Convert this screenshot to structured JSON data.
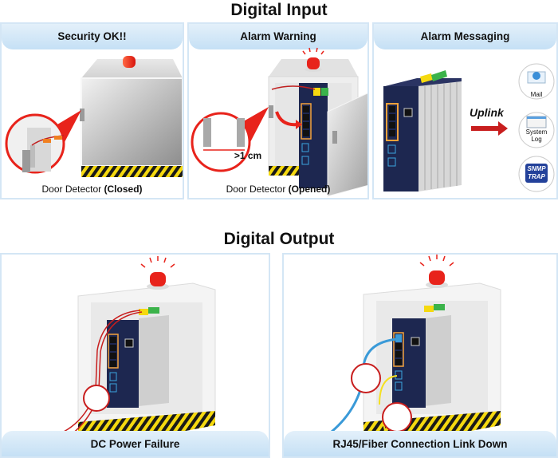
{
  "digital_input": {
    "title": "Digital Input",
    "panels": [
      {
        "heading": "Security OK!!",
        "caption_prefix": "Door Detector ",
        "caption_state": "(Closed)",
        "icons": [
          "cabinet-icon",
          "alarm-beacon-icon",
          "door-sensor-icon",
          "magnifier-circle-icon",
          "hazard-stripe-icon"
        ]
      },
      {
        "heading": "Alarm Warning",
        "caption_prefix": "Door Detector ",
        "caption_state": "(Opened)",
        "gap_label": ">1 cm",
        "icons": [
          "open-cabinet-icon",
          "alarm-beacon-icon",
          "switch-icon",
          "door-sensor-icon",
          "magnifier-circle-icon",
          "curved-arrow-icon"
        ]
      },
      {
        "heading": "Alarm Messaging",
        "uplink_label": "Uplink",
        "targets": [
          {
            "label": "Mail",
            "icon": "mail-icon"
          },
          {
            "label": "System Log",
            "line1": "System",
            "line2": "Log",
            "icon": "system-log-icon"
          },
          {
            "label": "SNMP TRAP",
            "line1": "SNMP",
            "line2": "TRAP",
            "icon": "snmp-trap-icon"
          }
        ]
      }
    ]
  },
  "digital_output": {
    "title": "Digital Output",
    "panels": [
      {
        "heading": "DC Power Failure",
        "icons": [
          "cabinet-icon",
          "alarm-beacon-icon",
          "switch-icon",
          "broken-power-cable-icon"
        ]
      },
      {
        "heading": "RJ45/Fiber Connection Link Down",
        "icons": [
          "cabinet-icon",
          "alarm-beacon-icon",
          "switch-icon",
          "broken-ethernet-cable-icon",
          "broken-fiber-cable-icon"
        ]
      }
    ]
  },
  "colors": {
    "panel_border": "#d4e6f5",
    "header_top": "#e3f0fa",
    "header_bottom": "#c5e0f5",
    "alarm_red": "#e8231b",
    "switch_navy": "#1d2750",
    "port_orange": "#f3a23a",
    "sfp_blue": "#3aa6e0",
    "hazard_yellow": "#f5d90f"
  }
}
